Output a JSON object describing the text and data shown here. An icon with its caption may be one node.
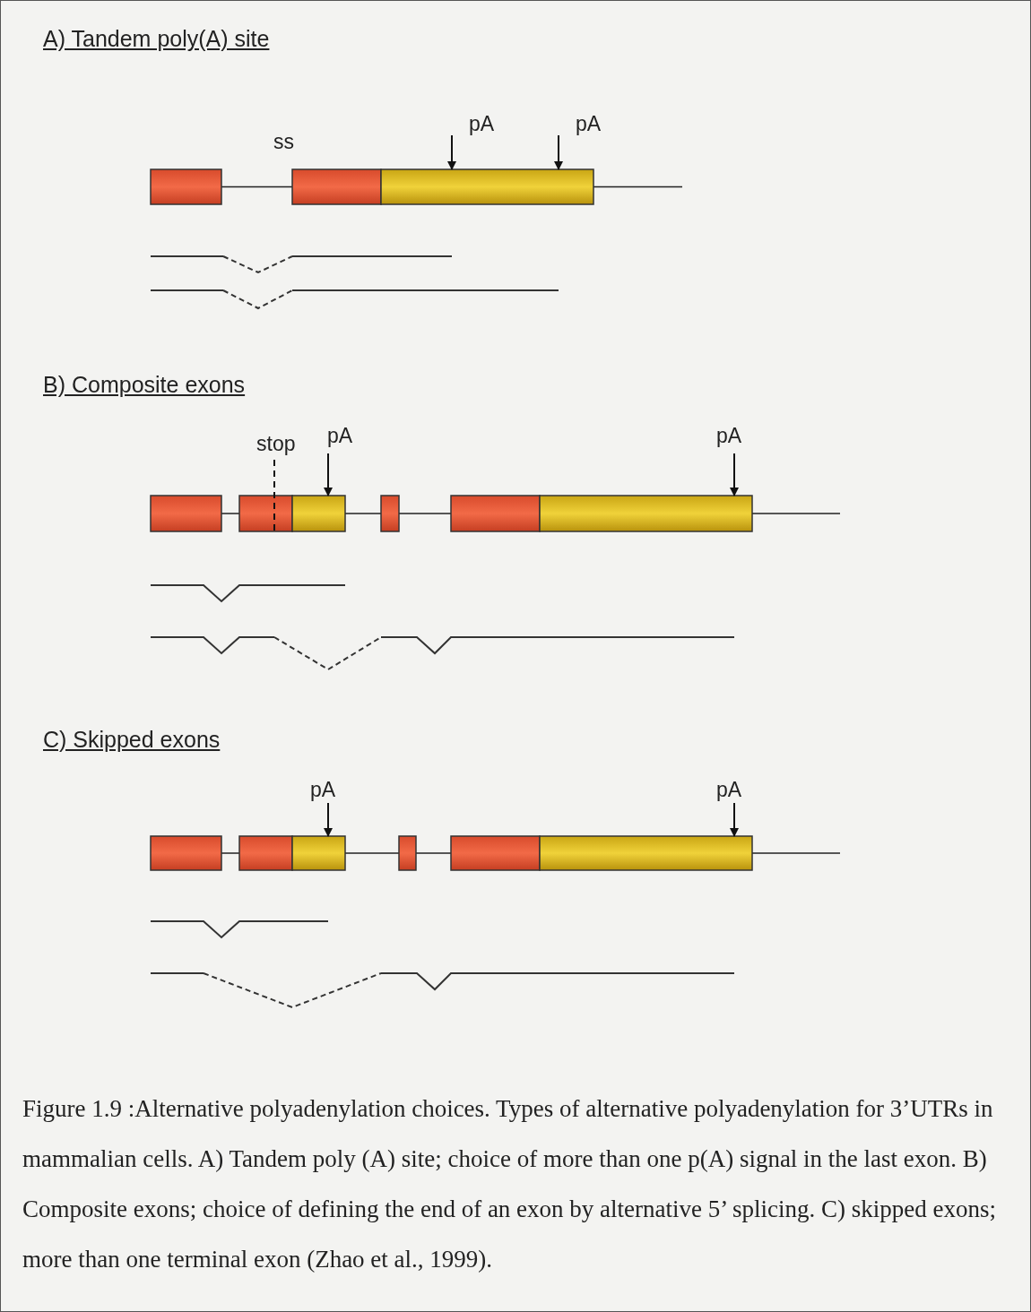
{
  "diagram": {
    "caption": "Figure 1.9 :Alternative polyadenylation choices. Types of alternative polyadenylation for 3’UTRs in mammalian cells.  A)  Tandem poly (A) site;  choice of more than one p(A) signal in the last exon.  B) Composite exons; choice of defining the end of an exon by alternative 5’ splicing.  C) skipped exons; more than one terminal exon (Zhao et al., 1999).",
    "labels": [
      "A) Tandem poly(A) site",
      "ss",
      "pA",
      "pA",
      "B) Composite exons",
      "stop",
      "pA",
      "pA",
      "C) Skipped exons",
      "pA",
      "pA"
    ]
  }
}
